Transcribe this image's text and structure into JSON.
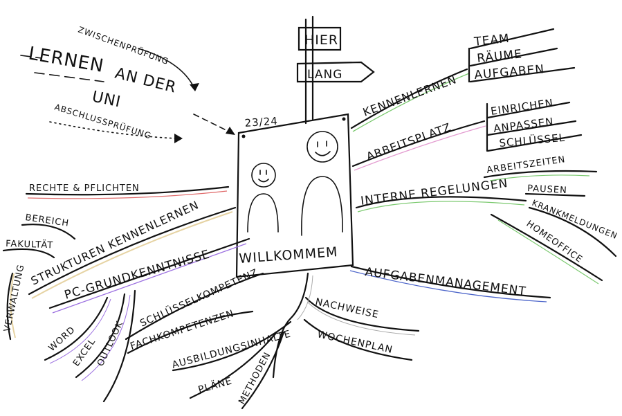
{
  "center": {
    "year": "23/24",
    "title": "WILLKOMMEM"
  },
  "signpost": {
    "top": "HIER",
    "bottom": "LANG"
  },
  "left_top": {
    "exam1": "ZWISCHENPRÜFUNG",
    "line1": "LERNEN",
    "line2": "AN DER",
    "line3": "UNI",
    "exam2": "ABSCHLUSSPRÜFUNG"
  },
  "branches": {
    "kennenlernen": {
      "label": "KENNENLERNEN",
      "children": [
        "TEAM",
        "RÄUME",
        "AUFGABEN"
      ]
    },
    "arbeitsplatz": {
      "label": "ARBEITSPLATZ",
      "children": [
        "EINRICHEN",
        "ANPASSEN",
        "SCHLÜSSEL"
      ]
    },
    "interne": {
      "label": "INTERNE REGELUNGEN",
      "children": [
        "ARBEITSZEITEN",
        "PAUSEN",
        "KRANKMELDUNGEN",
        "HOMEOFFICE"
      ]
    },
    "aufgaben": {
      "label": "AUFGABENMANAGEMENT"
    },
    "nachweise": {
      "label": "NACHWEISE"
    },
    "wochenplan": {
      "label": "WOCHENPLAN"
    },
    "ausbildung": {
      "label": "AUSBILDUNGSINHALTE",
      "children": [
        "PLÄNE",
        "METHODEN"
      ]
    },
    "fach": {
      "label": "FACHKOMPETENZEN"
    },
    "schluessel": {
      "label": "SCHLÜSSELKOMPETENZ"
    },
    "pc": {
      "label": "PC-GRUNDKENNTNISSE",
      "children": [
        "WORD",
        "EXCEL",
        "OUTLOOK"
      ]
    },
    "strukturen": {
      "label": "STRUKTUREN KENNENLERNEN",
      "children": [
        "BEREICH",
        "FAKULTÄT",
        "VERWALTUNG"
      ]
    },
    "rechte": {
      "label": "RECHTE & PFLICHTEN"
    }
  },
  "colors": {
    "green": "#7bc96f",
    "pink": "#e39bd0",
    "blue": "#4a63c9",
    "purple": "#9b6fe0",
    "beige": "#e6d3a3",
    "red": "#e06a6a"
  }
}
